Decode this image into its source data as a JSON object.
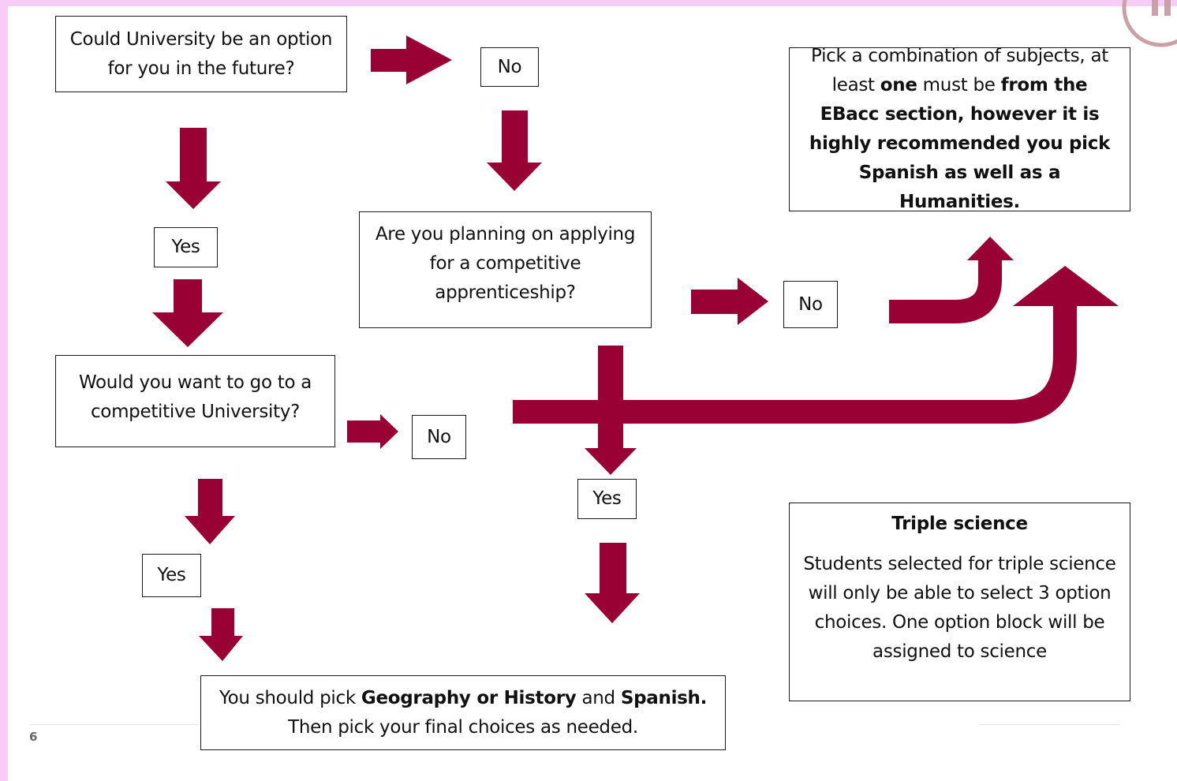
{
  "flow": {
    "q_university": "Could University be an option for you in the future?",
    "q_competitive_university": "Would you want to go to a competitive University?",
    "q_apprenticeship": "Are you planning on applying for a competitive apprenticeship?",
    "answer_no": "No",
    "answer_yes": "Yes",
    "outcome_pick": {
      "line1_prefix": "You should pick ",
      "line1_bold1": "Geography or History",
      "line1_mid": " and ",
      "line1_bold2": "Spanish.",
      "line2": "Then pick your final choices as needed."
    },
    "outcome_combination": {
      "prefix": "Pick a combination of subjects, at least ",
      "bold1": "one",
      "mid": " must be ",
      "bold2": "from the EBacc section, however it is highly recommended you pick Spanish as well as a Humanities."
    },
    "triple_science": {
      "title": "Triple science",
      "body": "Students selected for triple science will only be able to select 3 option choices. One option block will be assigned to science"
    }
  },
  "page_number": "6",
  "colors": {
    "arrow": "#990033",
    "frame": "#f7ccf7",
    "border": "#1a1a1a"
  }
}
